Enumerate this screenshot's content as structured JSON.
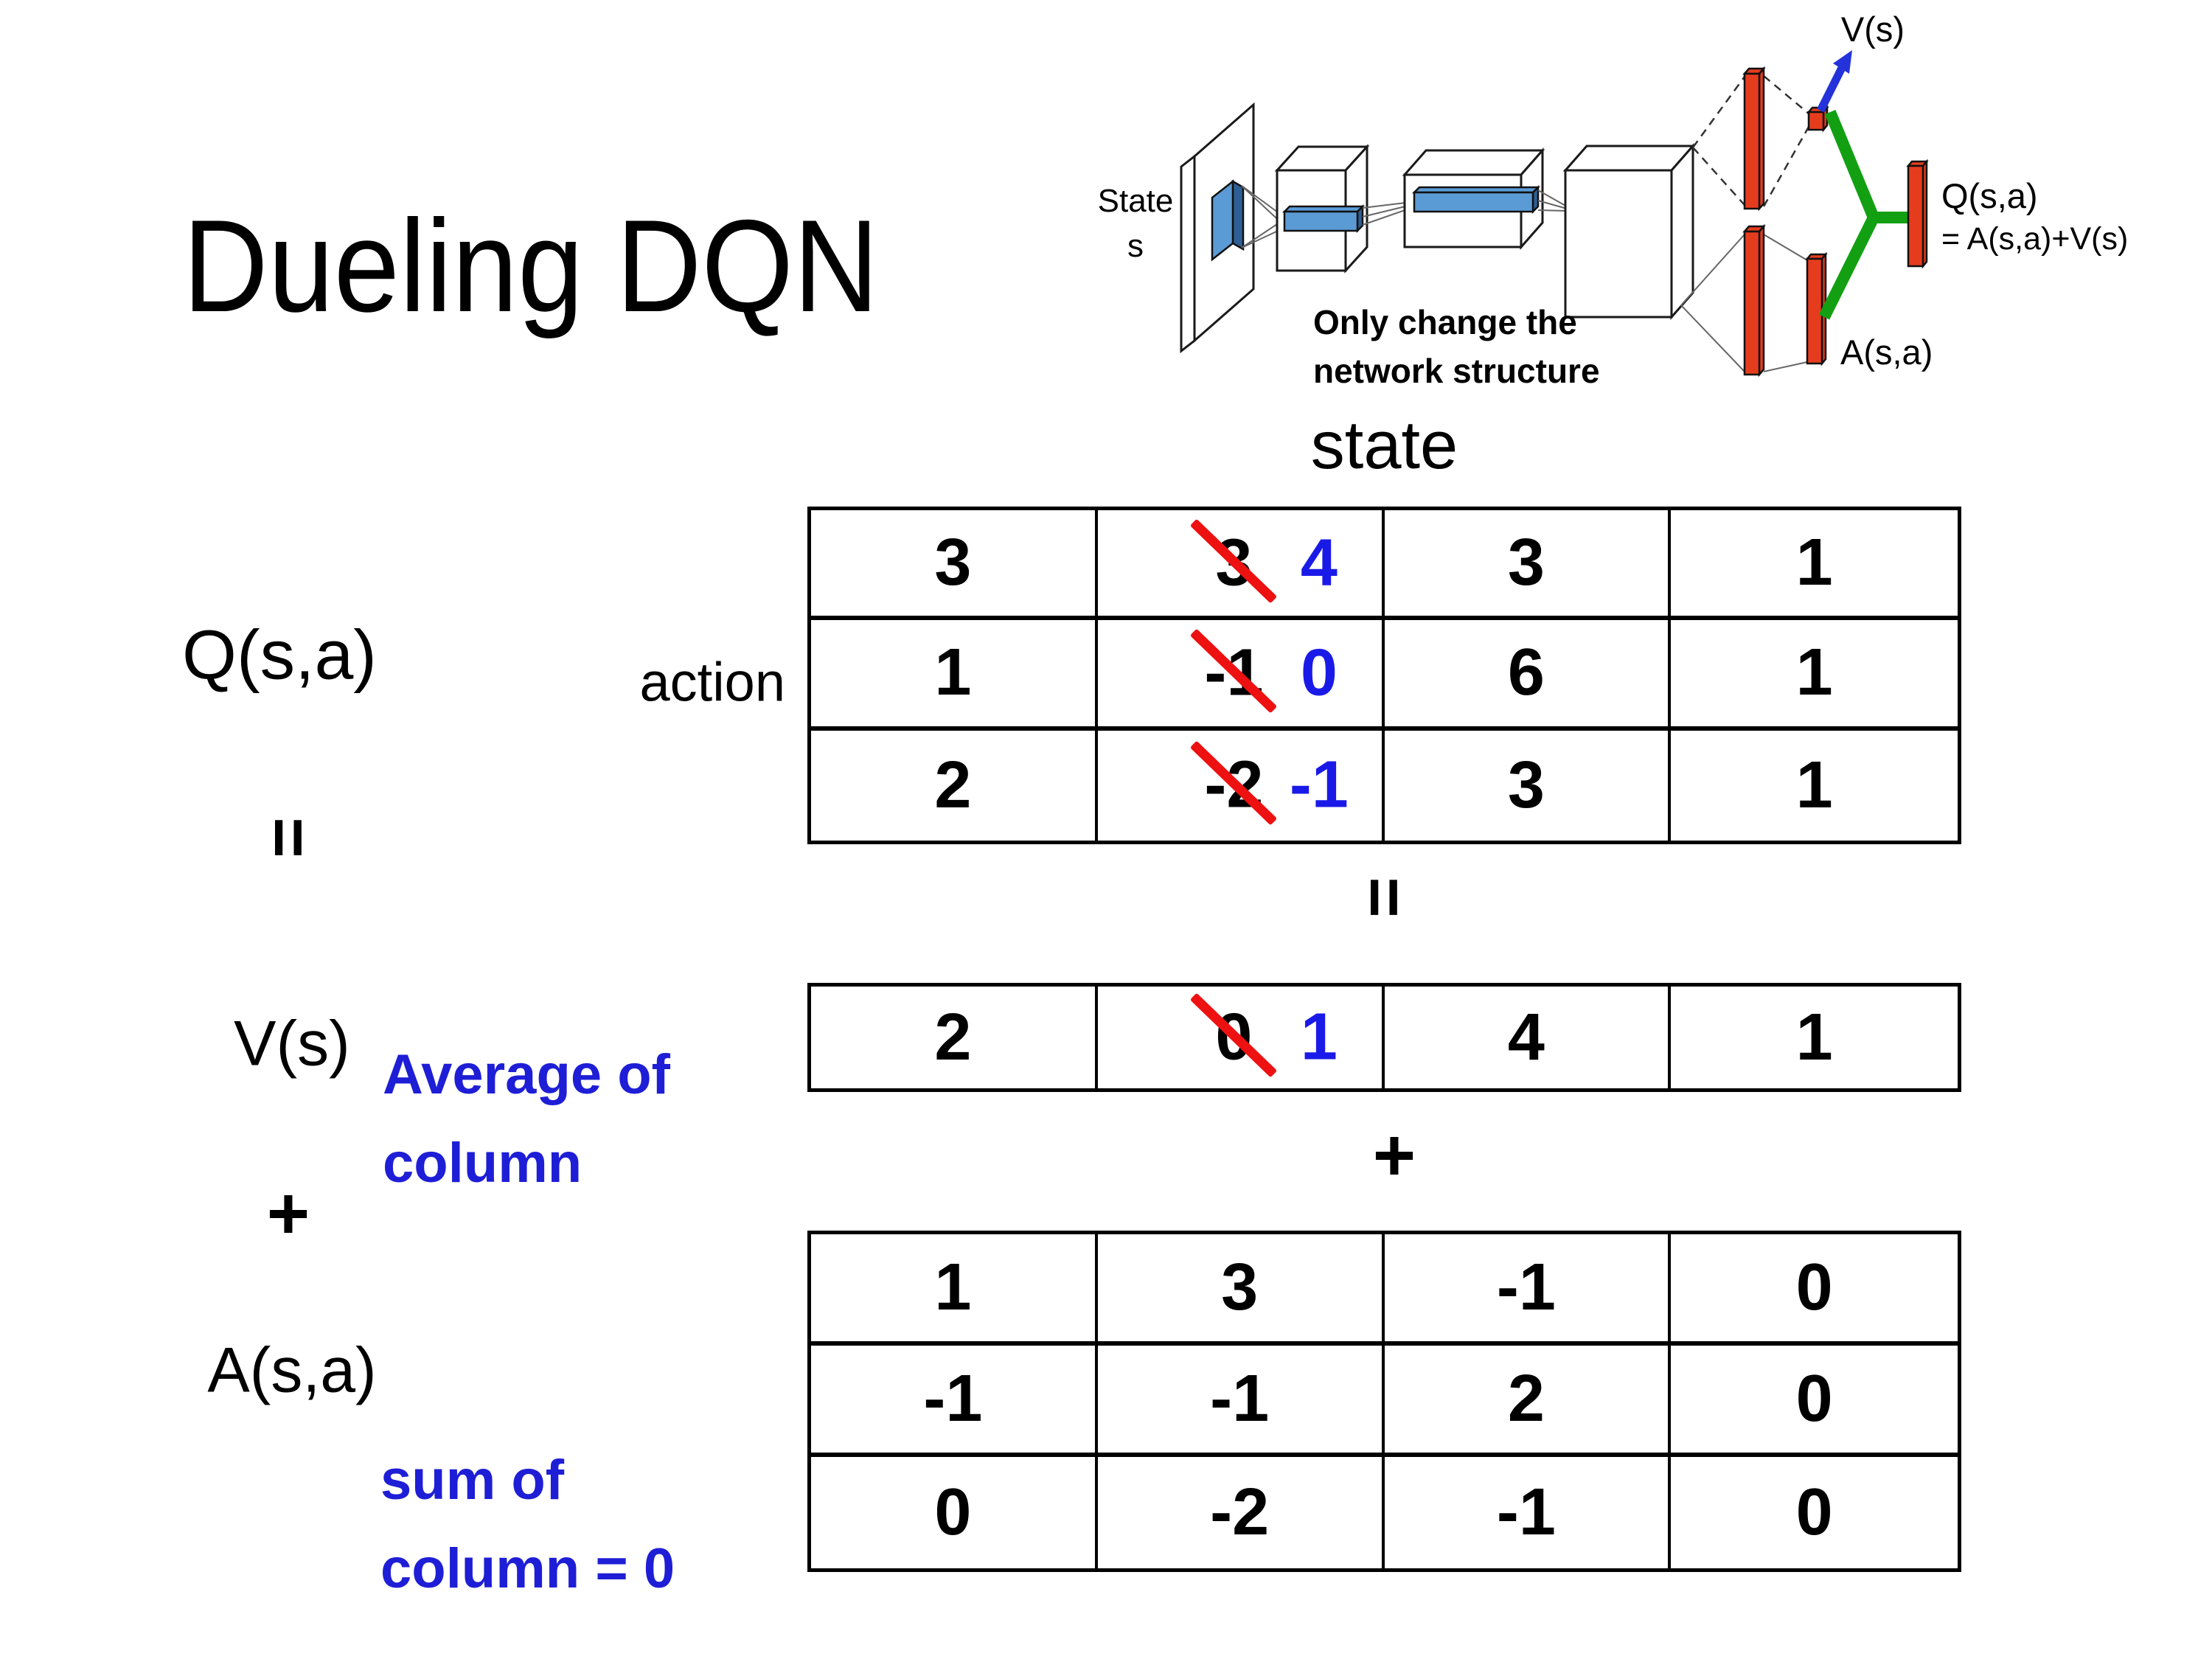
{
  "slide": {
    "title": "Dueling DQN"
  },
  "diagram": {
    "state_line1": "State",
    "state_line2": "s",
    "note_line1": "Only change the",
    "note_line2": "network structure",
    "v_out_label": "V(s)",
    "q_out_label": "Q(s,a)",
    "q_out_formula": "= A(s,a)+V(s)",
    "a_out_label": "A(s,a)"
  },
  "matrix_section": {
    "state_header": "state",
    "action_label": "action",
    "q_label": "Q(s,a)",
    "v_label": "V(s)",
    "a_label": "A(s,a)",
    "equals_sign": "=",
    "plus_sign": "+",
    "avg_note_line1": "Average of",
    "avg_note_line2": "column",
    "sum_note_line1": "sum of",
    "sum_note_line2": "column = 0",
    "q_table": {
      "rows": [
        {
          "c0": "3",
          "c1_old": "3",
          "c1_new": "4",
          "c2": "3",
          "c3": "1"
        },
        {
          "c0": "1",
          "c1_old": "-1",
          "c1_new": "0",
          "c2": "6",
          "c3": "1"
        },
        {
          "c0": "2",
          "c1_old": "-2",
          "c1_new": "-1",
          "c2": "3",
          "c3": "1"
        }
      ]
    },
    "v_row": {
      "c0": "2",
      "c1_old": "0",
      "c1_new": "1",
      "c2": "4",
      "c3": "1"
    },
    "a_table": {
      "rows": [
        {
          "c0": "1",
          "c1": "3",
          "c2": "-1",
          "c3": "0"
        },
        {
          "c0": "-1",
          "c1": "-1",
          "c2": "2",
          "c3": "0"
        },
        {
          "c0": "0",
          "c1": "-2",
          "c2": "-1",
          "c3": "0"
        }
      ]
    }
  },
  "colors": {
    "accent_blue": "#1e1ed6",
    "blue_number": "#1a1ae8",
    "strike_red": "#ee1111",
    "bar_red": "#e63c1e",
    "link_green": "#12a012",
    "arrow_blue": "#2433d9",
    "conv_blue_front": "#5b9bd5",
    "conv_blue_side": "#2e5f94"
  }
}
